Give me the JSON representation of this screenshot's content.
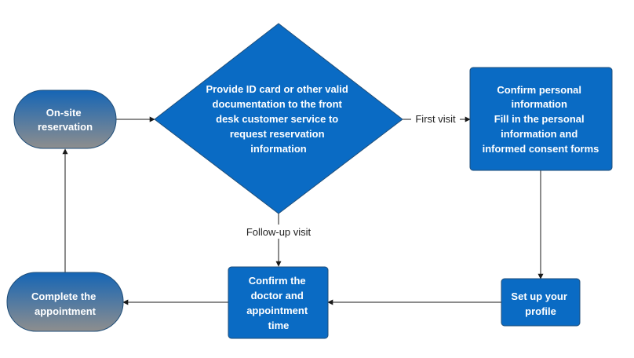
{
  "colors": {
    "box_fill": "#0A6BC4",
    "box_stroke": "#1F4E79",
    "diamond_fill": "#0A6BC4",
    "terminal_gradient_top": "#1565B5",
    "terminal_gradient_bottom": "#8E8E8E",
    "terminal_stroke": "#1F4E79",
    "line": "#1A1A1A"
  },
  "diagram": {
    "nodes": {
      "onsite": {
        "shape": "terminal",
        "lines": [
          "On-site",
          "reservation"
        ]
      },
      "provide_id": {
        "shape": "decision",
        "lines": [
          "Provide ID card or other valid",
          "documentation to the front",
          "desk customer service to",
          "request reservation",
          "information"
        ]
      },
      "confirm_info": {
        "shape": "process",
        "lines": [
          "Confirm personal",
          "information",
          "Fill in the personal",
          "information and",
          "informed consent forms"
        ]
      },
      "setup_profile": {
        "shape": "process",
        "lines": [
          "Set up your",
          "profile"
        ]
      },
      "confirm_doctor": {
        "shape": "process",
        "lines": [
          "Confirm the",
          "doctor and",
          "appointment",
          "time"
        ]
      },
      "complete": {
        "shape": "terminal",
        "lines": [
          "Complete the",
          "appointment"
        ]
      }
    },
    "edges": {
      "onsite_to_provide": {
        "label": ""
      },
      "provide_to_confirm": {
        "label": "First visit"
      },
      "provide_to_doctor": {
        "label": "Follow-up visit"
      },
      "confirm_to_setup": {
        "label": ""
      },
      "setup_to_doctor": {
        "label": ""
      },
      "doctor_to_complete": {
        "label": ""
      },
      "complete_to_onsite": {
        "label": ""
      }
    }
  }
}
